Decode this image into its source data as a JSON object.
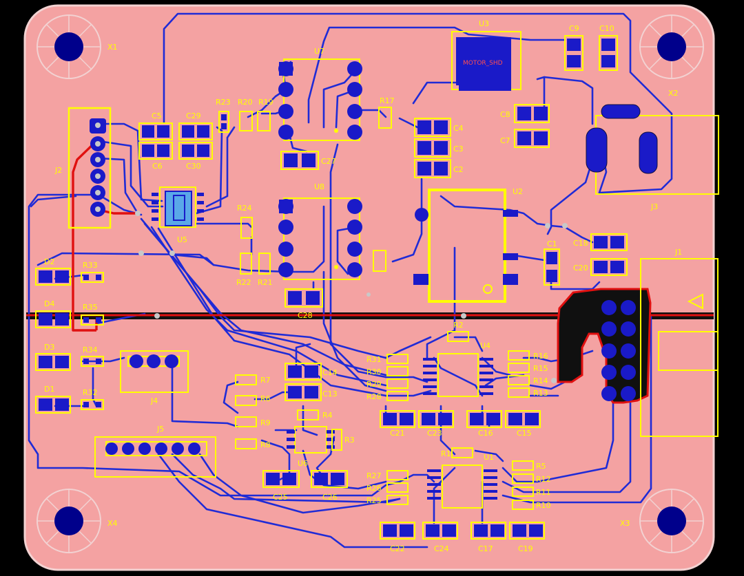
{
  "colors": {
    "background": "#000000",
    "board": "#f4a2a2",
    "board_outline": "#f2d2d2",
    "silkscreen": "#ffff00",
    "bottom_trace": "#1f2bd6",
    "top_trace": "#e01010",
    "ground_strip": "#101010",
    "pad": "#1a1ac8",
    "via_ring": "#c8c8c8",
    "hole_fill": "#00008b"
  },
  "mounting_holes": [
    {
      "ref": "X1",
      "label": "X1"
    },
    {
      "ref": "X2",
      "label": "X2"
    },
    {
      "ref": "X3",
      "label": "X3"
    },
    {
      "ref": "X4",
      "label": "X4"
    }
  ],
  "designators": {
    "U1": "U1",
    "U2": "U2",
    "U3": "U3",
    "U4": "U4",
    "U5": "U5",
    "U6": "U6",
    "U7": "U7",
    "U8": "U8",
    "J1": "J1",
    "J2": "J2",
    "J3": "J3",
    "J4": "J4",
    "J5": "J5",
    "C1": "C1",
    "C2": "C2",
    "C3": "C3",
    "C4": "C4",
    "C5": "C5",
    "C6": "C6",
    "C7": "C7",
    "C8": "C8",
    "C9": "C9",
    "C10": "C10",
    "C13": "C13",
    "C14": "C14",
    "C15": "C15",
    "C16": "C16",
    "C17": "C17",
    "C18": "C18",
    "C19": "C19",
    "C20": "C20",
    "C21": "C21",
    "C22": "C22",
    "C23": "C23",
    "C24": "C24",
    "C25": "C25",
    "C26": "C26",
    "C27": "C27",
    "C28": "C28",
    "C29": "C29",
    "C30": "C30",
    "R1": "R1",
    "R2": "R2",
    "R3": "R3",
    "R4": "R4",
    "R5": "R5",
    "R6": "R6",
    "R7": "R7",
    "R8": "R8",
    "R9": "R9",
    "R10": "R10",
    "R11": "R11",
    "R12": "R12",
    "R13": "R13",
    "R14": "R14",
    "R15": "R15",
    "R16": "R16",
    "R17": "R17",
    "R19": "R19",
    "R20": "R20",
    "R21": "R21",
    "R22": "R22",
    "R23": "R23",
    "R24": "R24",
    "R25": "R25",
    "R26": "R26",
    "R27": "R27",
    "R28": "R28",
    "R29": "R29",
    "R30": "R30",
    "R31": "R31",
    "R32": "R32",
    "R33": "R33",
    "R34": "R34",
    "R35": "R35",
    "D1": "D1",
    "D2": "D2",
    "D3": "D3",
    "D4": "D4"
  },
  "chip_marking": "MOTOR_SHD"
}
